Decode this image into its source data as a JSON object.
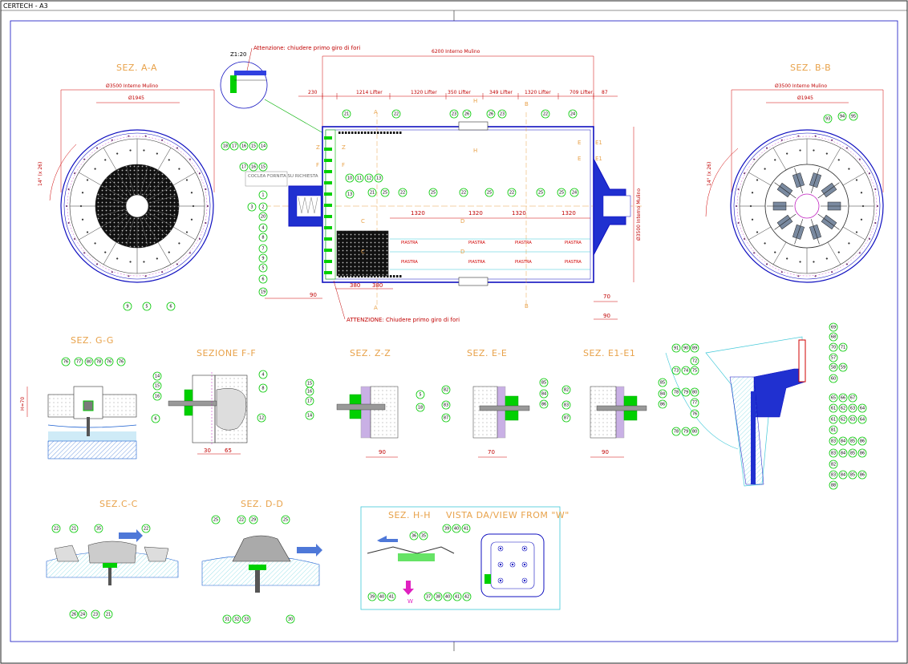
{
  "header": {
    "sheet_label": "CERTECH - A3"
  },
  "mill": {
    "length_label": "6200 Interno Mulino",
    "diameter_label": "Ø3500 Interno Mulino",
    "top_dims": [
      "230",
      "1214 Lifter",
      "1320 Lifter",
      "350 Lifter",
      "349 Lifter",
      "1320 Lifter",
      "709 Lifter",
      "87"
    ],
    "row_dims": [
      "1320",
      "1320",
      "1320",
      "1320"
    ],
    "bottom_dims": [
      "380",
      "380",
      "90",
      "70",
      "90"
    ],
    "plate_label": "PIASTRA",
    "screw_note": "COCLEA FORNITA SU RICHIESTA",
    "note_top": "Attenzione: chiudere primo giro di fori",
    "note_bottom": "ATTENZIONE: Chiudere primo giro di fori",
    "detail_scale": "Z1:20",
    "section_letters": [
      "A",
      "A",
      "H",
      "H",
      "B",
      "B",
      "C",
      "C",
      "D",
      "D",
      "E",
      "E1",
      "E",
      "E1",
      "F",
      "F",
      "Z",
      "Z"
    ]
  },
  "sections": {
    "aa": {
      "title": "SEZ. A-A",
      "outer": "Ø3500 Interno Mulino",
      "inner": "Ø1945",
      "angle": "14° (x 26)"
    },
    "bb": {
      "title": "SEZ. B-B",
      "outer": "Ø3500 Interno Mulino",
      "inner": "Ø1945",
      "angle": "14° (x 26)"
    },
    "gg": {
      "title": "SEZ. G-G",
      "dim": "H=70"
    },
    "ff": {
      "title": "SEZIONE F-F",
      "dims": [
        "30",
        "65"
      ]
    },
    "zz": {
      "title": "SEZ. Z-Z",
      "dim": "90"
    },
    "ee": {
      "title": "SEZ. E-E",
      "dim": "70"
    },
    "e1": {
      "title": "SEZ. E1-E1",
      "dim": "90"
    },
    "cc": {
      "title": "SEZ.C-C"
    },
    "dd": {
      "title": "SEZ. D-D"
    },
    "hh": {
      "title": "SEZ. H-H",
      "view": "VISTA DA/VIEW FROM \"W\"",
      "arrow_label": "W"
    }
  },
  "balloons": {
    "main_left_top": [
      "18",
      "17",
      "16",
      "15",
      "14"
    ],
    "main_left_mid": [
      "17",
      "16",
      "15"
    ],
    "main_left_bottom": [
      "1",
      "3",
      "2",
      "20",
      "4",
      "8",
      "7",
      "9",
      "5",
      "6",
      "19"
    ],
    "main_top": [
      "21",
      "22",
      "23",
      "26",
      "26",
      "23",
      "22",
      "24"
    ],
    "main_inner": [
      "10",
      "11",
      "12",
      "13",
      "13",
      "21",
      "25",
      "22",
      "25",
      "22",
      "25",
      "22",
      "25",
      "25",
      "24"
    ],
    "aa": [
      "9",
      "5",
      "6"
    ],
    "bb": [
      "93",
      "94",
      "95"
    ],
    "gg": [
      "76",
      "77",
      "80",
      "78",
      "76",
      "76"
    ],
    "ff": [
      "14",
      "15",
      "16",
      "6",
      "4",
      "8",
      "12"
    ],
    "zz": [
      "15",
      "16",
      "17",
      "14",
      "5",
      "18"
    ],
    "ee": [
      "82",
      "83",
      "87",
      "85",
      "84",
      "86"
    ],
    "e1": [
      "82",
      "83",
      "87",
      "85",
      "84",
      "86"
    ],
    "right_detail": [
      "91",
      "90",
      "89",
      "72",
      "73",
      "74",
      "75",
      "78",
      "79",
      "80",
      "77",
      "76",
      "78",
      "79",
      "80",
      "69",
      "68",
      "70",
      "71",
      "57",
      "58",
      "59",
      "60",
      "65",
      "66",
      "67",
      "61",
      "62",
      "63",
      "64",
      "61",
      "62",
      "63",
      "64",
      "81",
      "83",
      "84",
      "85",
      "86",
      "83",
      "84",
      "85",
      "86",
      "82",
      "83",
      "84",
      "85",
      "86",
      "88"
    ],
    "cc": [
      "22",
      "21",
      "35",
      "22",
      "26",
      "24",
      "23",
      "21"
    ],
    "dd": [
      "25",
      "22",
      "29",
      "25",
      "31",
      "32",
      "33",
      "30"
    ],
    "hh": [
      "36",
      "35",
      "39",
      "40",
      "41",
      "37",
      "38",
      "40",
      "41",
      "42"
    ],
    "view_w": [
      "39",
      "40",
      "41"
    ]
  }
}
